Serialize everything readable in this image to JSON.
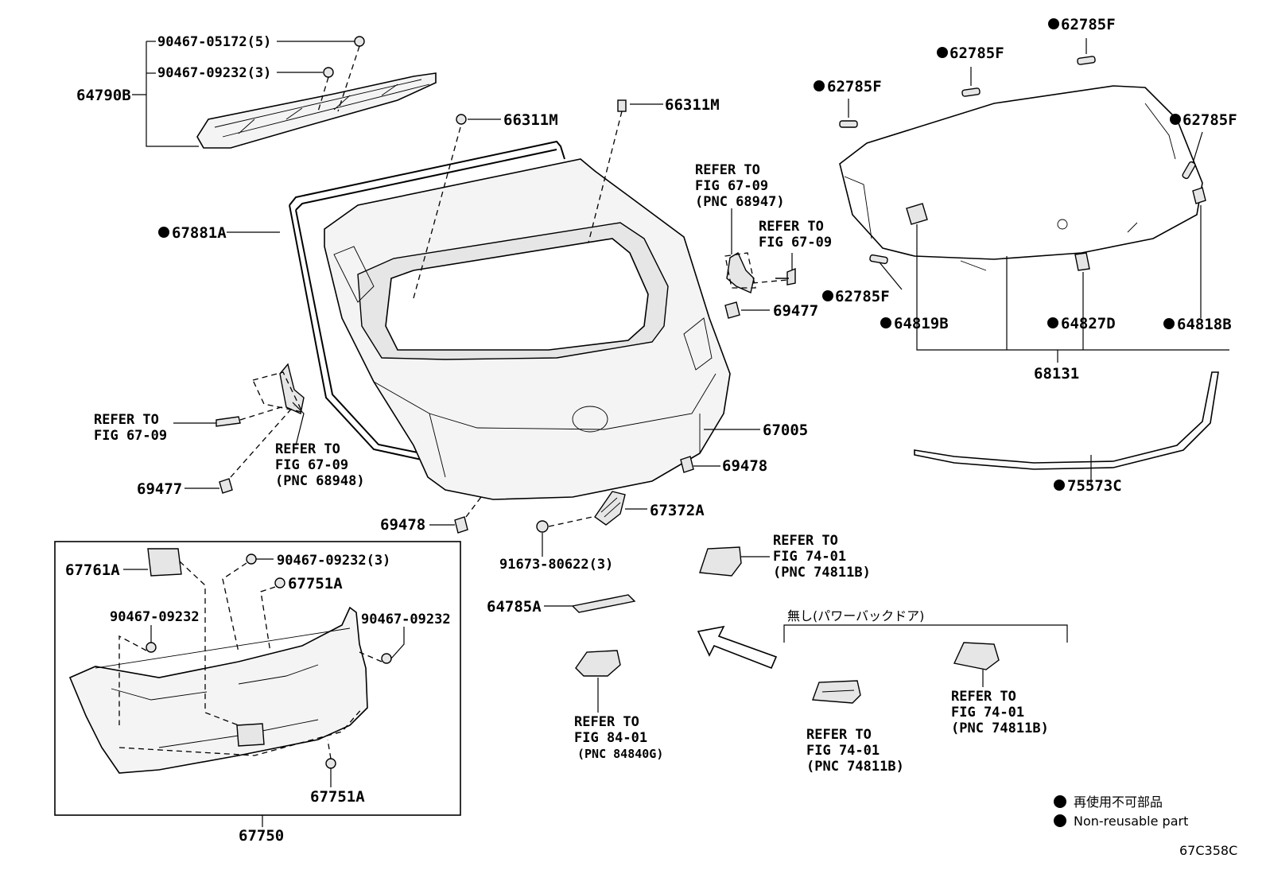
{
  "diagram": {
    "code": "67C358C",
    "labels": {
      "l_64790B": "64790B",
      "l_90467_05172": "90467-05172(5)",
      "l_90467_09232_3a": "90467-09232(3)",
      "l_66311M_a": "66311M",
      "l_66311M_b": "66311M",
      "l_67881A": "67881A",
      "l_62785F_1": "62785F",
      "l_62785F_2": "62785F",
      "l_62785F_3": "62785F",
      "l_62785F_4": "62785F",
      "l_62785F_5": "62785F",
      "l_69477_a": "69477",
      "l_69477_b": "69477",
      "l_64819B": "64819B",
      "l_64827D": "64827D",
      "l_64818B": "64818B",
      "l_68131": "68131",
      "l_67005": "67005",
      "l_69478_a": "69478",
      "l_69478_b": "69478",
      "l_75573C": "75573C",
      "l_67372A": "67372A",
      "l_91673_80622": "91673-80622(3)",
      "l_67761A": "67761A",
      "l_90467_09232_3b": "90467-09232(3)",
      "l_67751A_a": "67751A",
      "l_67751A_b": "67751A",
      "l_90467_09232_a": "90467-09232",
      "l_90467_09232_b": "90467-09232",
      "l_64785A": "64785A",
      "l_67750": "67750"
    },
    "refs": {
      "ref_a1": "REFER TO",
      "ref_a2": "FIG 67-09",
      "ref_a3": "(PNC 68947)",
      "ref_b1": "REFER TO",
      "ref_b2": "FIG 67-09",
      "ref_c1": "REFER TO",
      "ref_c2": "FIG 67-09",
      "ref_d1": "REFER TO",
      "ref_d2": "FIG 67-09",
      "ref_d3": "(PNC 68948)",
      "ref_e1": "REFER TO",
      "ref_e2": "FIG 74-01",
      "ref_e3": "(PNC 74811B)",
      "ref_f1": "REFER TO",
      "ref_f2": "FIG 84-01",
      "ref_f3": "(PNC 84840G)",
      "ref_g1": "REFER TO",
      "ref_g2": "FIG 74-01",
      "ref_g3": "(PNC 74811B)",
      "ref_h1": "REFER TO",
      "ref_h2": "FIG 74-01",
      "ref_h3": "(PNC 74811B)"
    },
    "power_back_door_note": "無し(パワーバックドア)"
  },
  "legend": {
    "jp": "再使用不可部品",
    "en": "Non-reusable part"
  }
}
